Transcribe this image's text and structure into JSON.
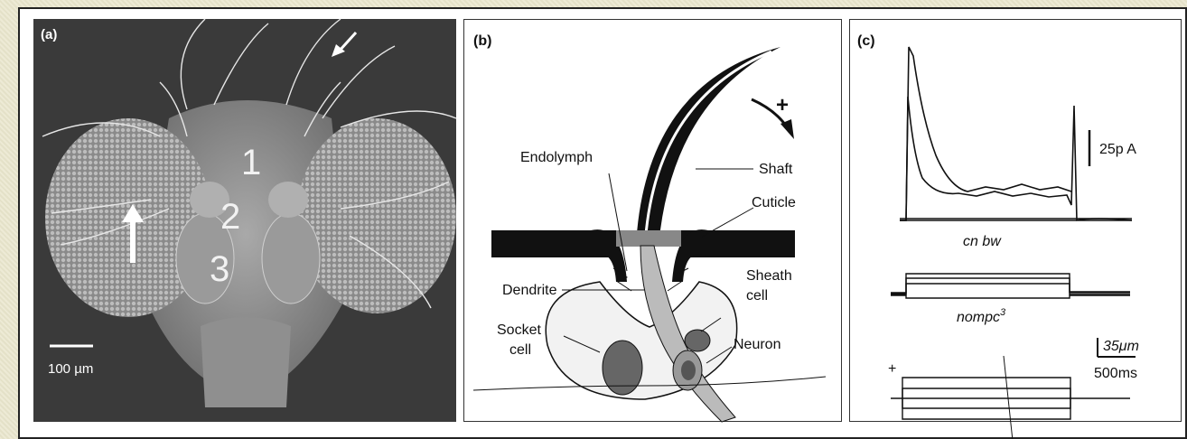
{
  "figure": {
    "panel_a": {
      "label": "(a)",
      "numbers": [
        "1",
        "2",
        "3"
      ],
      "scale_bar": "100 µm"
    },
    "panel_b": {
      "label": "(b)",
      "labels": {
        "endolymph": "Endolymph",
        "shaft": "Shaft",
        "cuticle": "Cuticle",
        "dendrite": "Dendrite",
        "sheath": "Sheath",
        "sheath2": "cell",
        "socket": "Socket",
        "socket2": "cell",
        "neuron": "Neuron",
        "plus": "+"
      }
    },
    "panel_c": {
      "label": "(c)",
      "current_scale": "25p A",
      "trace1_label": "cn bw",
      "trace2_label": "nompc",
      "trace2_superscript": "3",
      "disp_scale": "35μm",
      "time_scale": "500ms",
      "plus": "+"
    }
  }
}
